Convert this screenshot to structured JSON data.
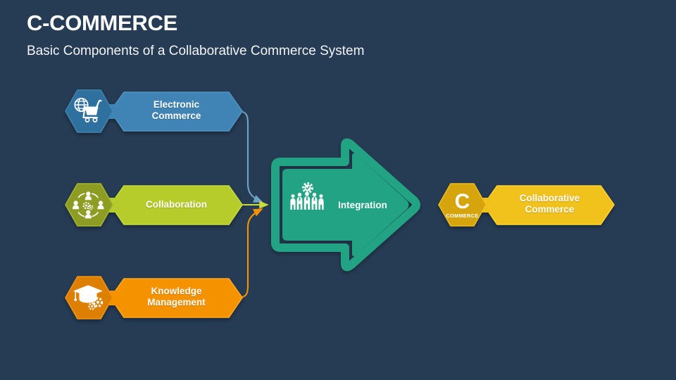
{
  "header": {
    "title": "C-COMMERCE",
    "subtitle": "Basic Components of a Collaborative Commerce System"
  },
  "colors": {
    "background": "#263c54",
    "electronic_commerce": "#3f84b5",
    "electronic_commerce_icon": "#2f6f9e",
    "collaboration": "#b5cc2b",
    "collaboration_icon": "#8d9c22",
    "knowledge_management": "#f59200",
    "knowledge_management_icon": "#dd7f05",
    "integration": "#23a383",
    "collaborative_commerce": "#f1c11c",
    "collaborative_commerce_icon": "#d6a511",
    "text": "#ffffff"
  },
  "nodes": [
    {
      "id": "electronic-commerce",
      "label": "Electronic\nCommerce",
      "icon": "globe-shopping-cart-icon",
      "fill": "#3f84b5",
      "icon_fill": "#2f6f9e"
    },
    {
      "id": "collaboration",
      "label": "Collaboration",
      "icon": "people-network-gears-icon",
      "fill": "#b5cc2b",
      "icon_fill": "#8d9c22"
    },
    {
      "id": "knowledge-management",
      "label": "Knowledge\nManagement",
      "icon": "graduation-cap-gears-icon",
      "fill": "#f59200",
      "icon_fill": "#dd7f05"
    }
  ],
  "integration": {
    "label": "Integration",
    "icon": "team-gear-check-icon",
    "fill": "#23a383"
  },
  "output": {
    "id": "collaborative-commerce",
    "label": "Collaborative\nCommerce",
    "icon": "c-commerce-logo-icon",
    "logo_letter": "C",
    "logo_word": "COMMERCE",
    "fill": "#f1c11c",
    "icon_fill": "#d6a511"
  },
  "connectors": [
    {
      "id": "ec-to-integration",
      "color": "#6fa3c6",
      "from": "electronic-commerce",
      "to": "integration"
    },
    {
      "id": "collab-to-integration",
      "color": "#cadc3a",
      "from": "collaboration",
      "to": "integration"
    },
    {
      "id": "km-to-integration",
      "color": "#f59200",
      "from": "knowledge-management",
      "to": "integration"
    }
  ]
}
